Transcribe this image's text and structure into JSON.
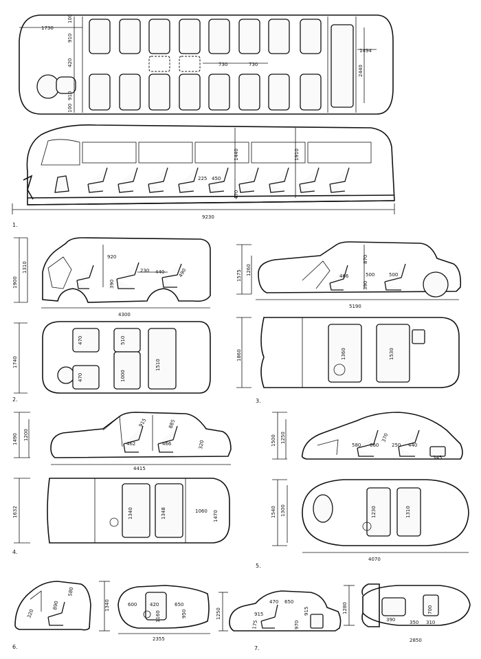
{
  "figures": [
    {
      "number": "1.",
      "dims": {
        "front_len": "1730",
        "top_w": "100",
        "seat_w1": "910",
        "aisle": "420",
        "seat_w2": "910",
        "bot_w": "100",
        "pitch1": "730",
        "pitch2": "730",
        "rear_len": "1494",
        "width": "2440",
        "height_inner": "1440",
        "height_total": "1910",
        "seat_a": "225",
        "seat_b": "450",
        "seat_h": "470",
        "length": "9230"
      }
    },
    {
      "number": "2.",
      "dims": {
        "height_total": "1900",
        "height_body": "1310",
        "headroom": "920",
        "d230": "230",
        "d440": "440",
        "d490": "490",
        "d390": "390",
        "length": "4300",
        "width": "1740",
        "seat1": "470",
        "seat2": "470",
        "bench_w": "510",
        "bench_l": "1000",
        "rear_bench": "1510"
      }
    },
    {
      "number": "3.",
      "dims": {
        "height_total": "1575",
        "height_body": "1260",
        "headroom": "870",
        "d466": "466",
        "d500a": "500",
        "d500b": "500",
        "d390": "390",
        "length": "5190",
        "width": "1860",
        "front_bench": "1360",
        "rear_bench": "1530"
      }
    },
    {
      "number": "4.",
      "dims": {
        "height_total": "1490",
        "height_body": "1200",
        "headroom_f": "915",
        "headroom_r": "885",
        "d462": "462",
        "d466": "466",
        "d320": "320",
        "length": "4415",
        "width": "1632",
        "front_seat": "1340",
        "rear_seat": "1348",
        "trunk_w": "1060",
        "width_r": "1470"
      }
    },
    {
      "number": "5.",
      "dims": {
        "height_total": "1500",
        "height_body": "1250",
        "d580": "580",
        "d660": "660",
        "d370": "370",
        "d250": "250",
        "d440": "440",
        "d345": "345",
        "width_total": "1540",
        "width_inner": "1300",
        "seat_f": "1230",
        "seat_r": "1310",
        "length": "4070"
      }
    },
    {
      "number": "6.",
      "dims": {
        "d320": "320",
        "d890": "890",
        "d580": "580",
        "height": "1340",
        "d600": "600",
        "d420": "420",
        "d650": "650",
        "d1160": "1160",
        "d950": "950",
        "length": "2355"
      }
    },
    {
      "number": "7.",
      "dims": {
        "height": "1250",
        "d470": "470",
        "d650": "650",
        "d915": "915",
        "d915b": "915",
        "d175": "175",
        "d970": "970",
        "width": "1280",
        "d700": "700",
        "d390": "390",
        "d350": "350",
        "d310": "310",
        "length": "2850"
      }
    }
  ]
}
